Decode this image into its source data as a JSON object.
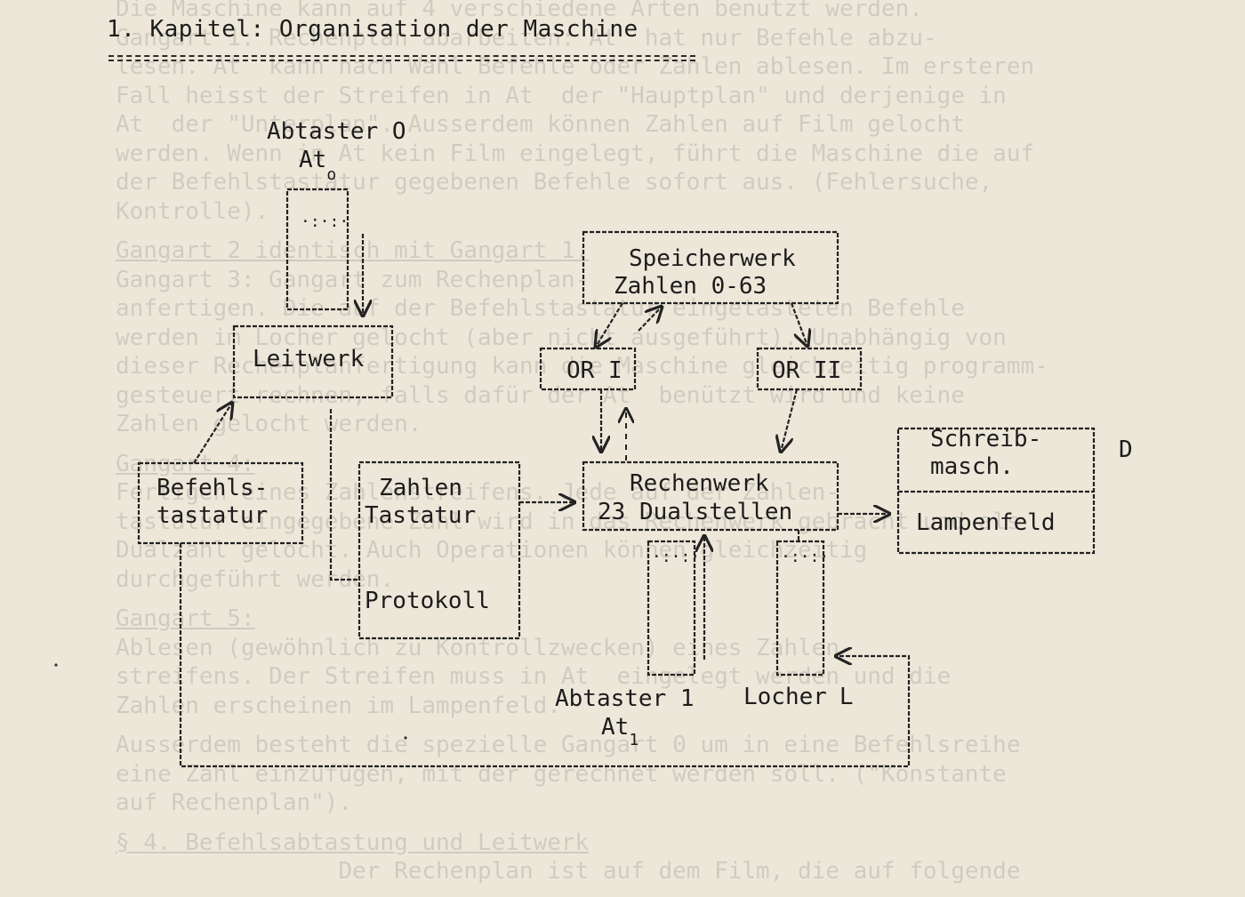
{
  "title": "1. Kapitel: Organisation der Maschine",
  "ghost": [
    {
      "lines": [
        "Die Maschine kann auf 4 verschiedene Arten benutzt werden.",
        "Gangart 1: Rechenplan abarbeiten: At  hat nur Befehle abzu-",
        "lesen. At  kann nach Wahl Befehle oder Zahlen ablesen. Im ersteren",
        "Fall heisst der Streifen in At  der \"Hauptplan\" und derjenige in",
        "At  der \"Unterplan\". Ausserdem können Zahlen auf Film gelocht",
        "werden. Wenn in At kein Film eingelegt, führt die Maschine die auf",
        "der Befehlstastatur gegebenen Befehle sofort aus. (Fehlersuche,",
        "Kontrolle)."
      ]
    },
    {
      "heading": "Gangart 2 identisch mit Gangart 1.",
      "lines": [
        "Gangart 3: Gangart zum Rechenplan-",
        "anfertigen. Die auf der Befehlstastatur eingetasteten Befehle",
        "werden im Locher gelocht (aber nicht ausgeführt). Unabhängig von",
        "dieser Rechenplanfertigung kann die Maschine gleichzeitig programm-",
        "gesteuert rechnen, falls dafür der At  benützt wird und keine",
        "Zahlen gelocht werden."
      ]
    },
    {
      "heading": "Gangart 4:",
      "lines": [
        "Fertigen eines Zahlenstreifens. Jede auf der Zahlen-",
        "tastatur eingegebene Zahl wird in das Rechenwerk gebracht und als",
        "Dualzahl gelocht. Auch Operationen können gleichzeitig",
        "durchgeführt werden."
      ]
    },
    {
      "heading": "Gangart 5:",
      "lines": [
        "Ablesen (gewöhnlich zu Kontrollzwecken) eines Zahlen-",
        "streifens. Der Streifen muss in At  eingelegt werden und die",
        "Zahlen erscheinen im Lampenfeld."
      ]
    },
    {
      "lines": [
        "Ausserdem besteht die spezielle Gangart 0 um in eine Befehlsreihe",
        "eine Zahl einzufügen, mit der gerechnet werden soll. (\"Konstante",
        "auf Rechenplan\")."
      ]
    },
    {
      "heading": "§ 4. Befehlsabtastung und Leitwerk",
      "lines": [
        "                Der Rechenplan ist auf dem Film, die auf folgende"
      ]
    }
  ],
  "diagram": {
    "abtaster0": {
      "line1": "Abtaster O",
      "at": "At",
      "sub": "o"
    },
    "leitwerk": "Leitwerk",
    "speicherwerk": {
      "line1": "Speicherwerk",
      "line2": "Zahlen 0-63"
    },
    "or1": "OR I",
    "or2": "OR II",
    "rechenwerk": {
      "line1": "Rechenwerk",
      "line2": "23 Dualstellen"
    },
    "schreib": {
      "line1": "Schreib-",
      "line2": "masch.",
      "tag": "D"
    },
    "lampenfeld": "Lampenfeld",
    "befehlstastatur": {
      "line1": "Befehls-",
      "line2": "tastatur"
    },
    "zahlentastatur": {
      "line1": "Zahlen",
      "line2": "Tastatur"
    },
    "protokoll": "Protokoll",
    "abtaster1": {
      "line1": "Abtaster 1",
      "at": "At",
      "sub": "1"
    },
    "locher": {
      "name": "Locher",
      "tag": "L"
    }
  }
}
